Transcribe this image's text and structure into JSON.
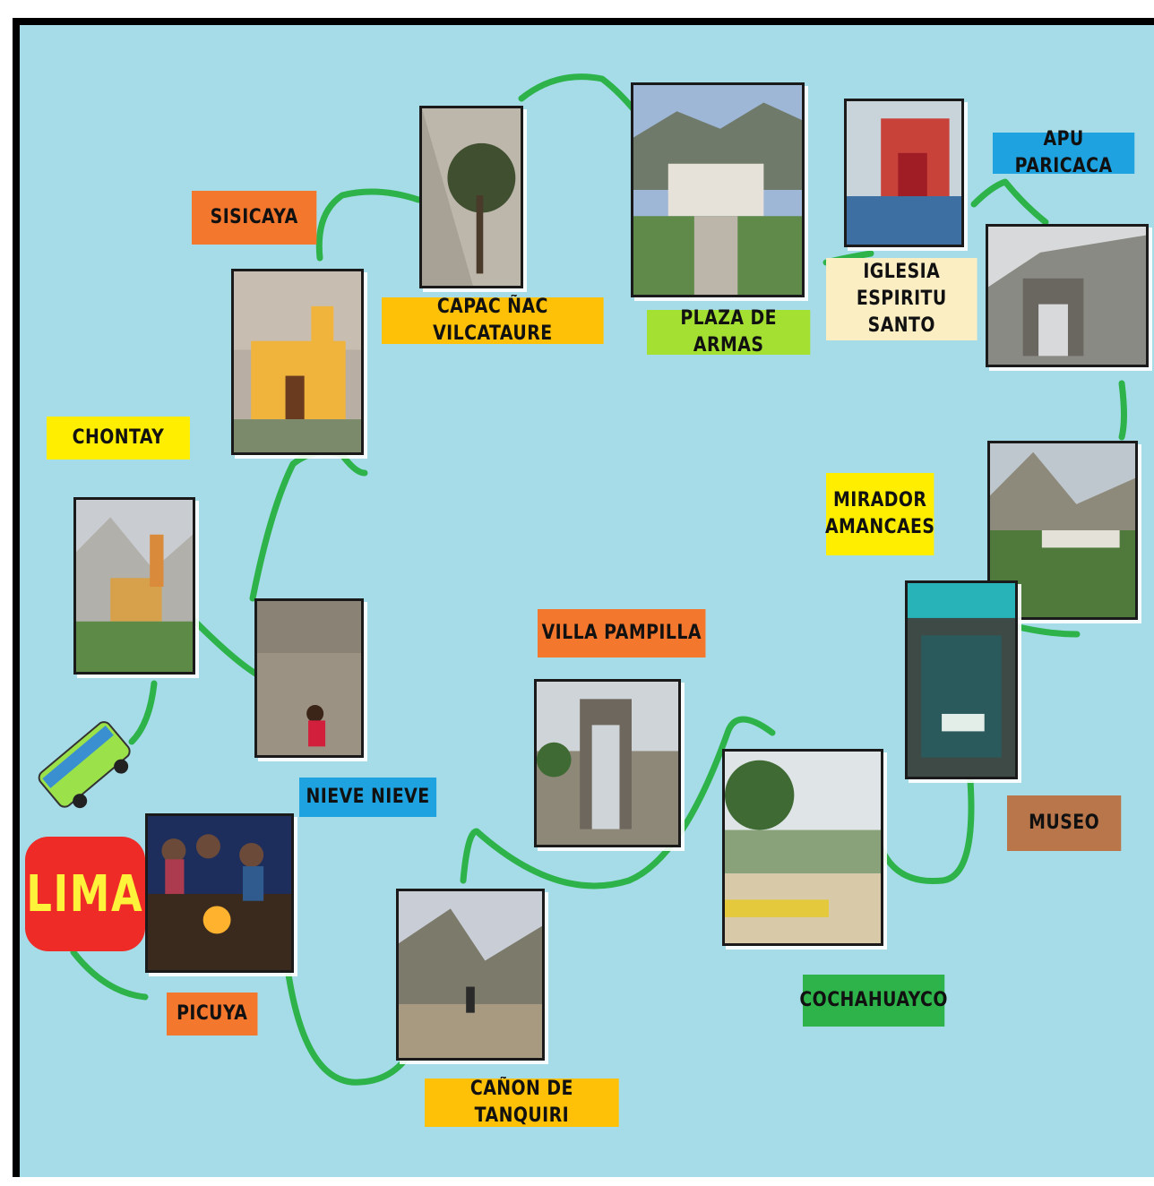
{
  "title": "LIMA",
  "colors": {
    "background": "#a6dce8",
    "path": "#2db34a",
    "frame": "#000000"
  },
  "places": [
    {
      "id": "picuya",
      "label": "PICUYA",
      "color": "#f4772e"
    },
    {
      "id": "nieve-nieve",
      "label": "NIEVE NIEVE",
      "color": "#1ea3e0"
    },
    {
      "id": "chontay",
      "label": "CHONTAY",
      "color": "#ffee00"
    },
    {
      "id": "sisicaya",
      "label": "SISICAYA",
      "color": "#f4772e"
    },
    {
      "id": "capac-nac-vilcataure",
      "label": "CAPAC ÑAC VILCATAURE",
      "color": "#ffc107"
    },
    {
      "id": "plaza-de-armas",
      "label": "PLAZA DE ARMAS",
      "color": "#a3e032"
    },
    {
      "id": "iglesia-espiritu-santo",
      "label": "IGLESIA\nESPIRITU SANTO",
      "color": "#fbeec3"
    },
    {
      "id": "apu-paricaca",
      "label": "APU PARICACA",
      "color": "#1ea3e0"
    },
    {
      "id": "mirador-amancaes",
      "label": "MIRADOR\nAMANCAES",
      "color": "#ffee00"
    },
    {
      "id": "museo",
      "label": "MUSEO",
      "color": "#b9764a"
    },
    {
      "id": "cochahuayco",
      "label": "COCHAHUAYCO",
      "color": "#2db34a"
    },
    {
      "id": "villa-pampilla",
      "label": "VILLA PAMPILLA",
      "color": "#f4772e"
    },
    {
      "id": "canon-de-tanquiri",
      "label": "CAÑON DE TANQUIRI",
      "color": "#ffc107"
    }
  ]
}
